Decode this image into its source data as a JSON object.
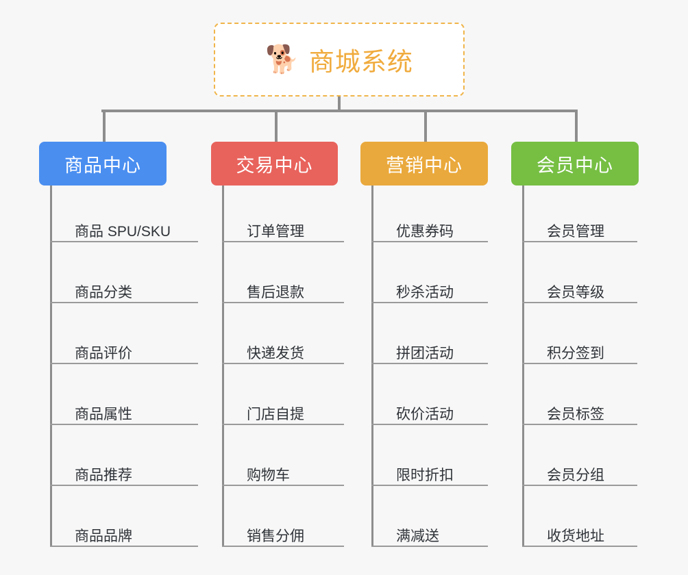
{
  "diagram": {
    "background_color": "#f7f7f7",
    "connector_color": "#8d8d8d",
    "root": {
      "icon": "shiba-inu-dog-face-icon",
      "icon_glyph": "🐕",
      "title": "商城系统",
      "title_color": "#f0ab3d",
      "border_color": "#f0b54a",
      "background_color": "#ffffff"
    },
    "columns": [
      {
        "id": "product-center",
        "title": "商品中心",
        "color": "#4a8ef0",
        "items": [
          "商品 SPU/SKU",
          "商品分类",
          "商品评价",
          "商品属性",
          "商品推荐",
          "商品品牌"
        ]
      },
      {
        "id": "trade-center",
        "title": "交易中心",
        "color": "#e8635c",
        "items": [
          "订单管理",
          "售后退款",
          "快递发货",
          "门店自提",
          "购物车",
          "销售分佣"
        ]
      },
      {
        "id": "marketing-center",
        "title": "营销中心",
        "color": "#eaa93c",
        "items": [
          "优惠券码",
          "秒杀活动",
          "拼团活动",
          "砍价活动",
          "限时折扣",
          "满减送"
        ]
      },
      {
        "id": "member-center",
        "title": "会员中心",
        "color": "#76bf43",
        "items": [
          "会员管理",
          "会员等级",
          "积分签到",
          "会员标签",
          "会员分组",
          "收货地址"
        ]
      }
    ]
  }
}
